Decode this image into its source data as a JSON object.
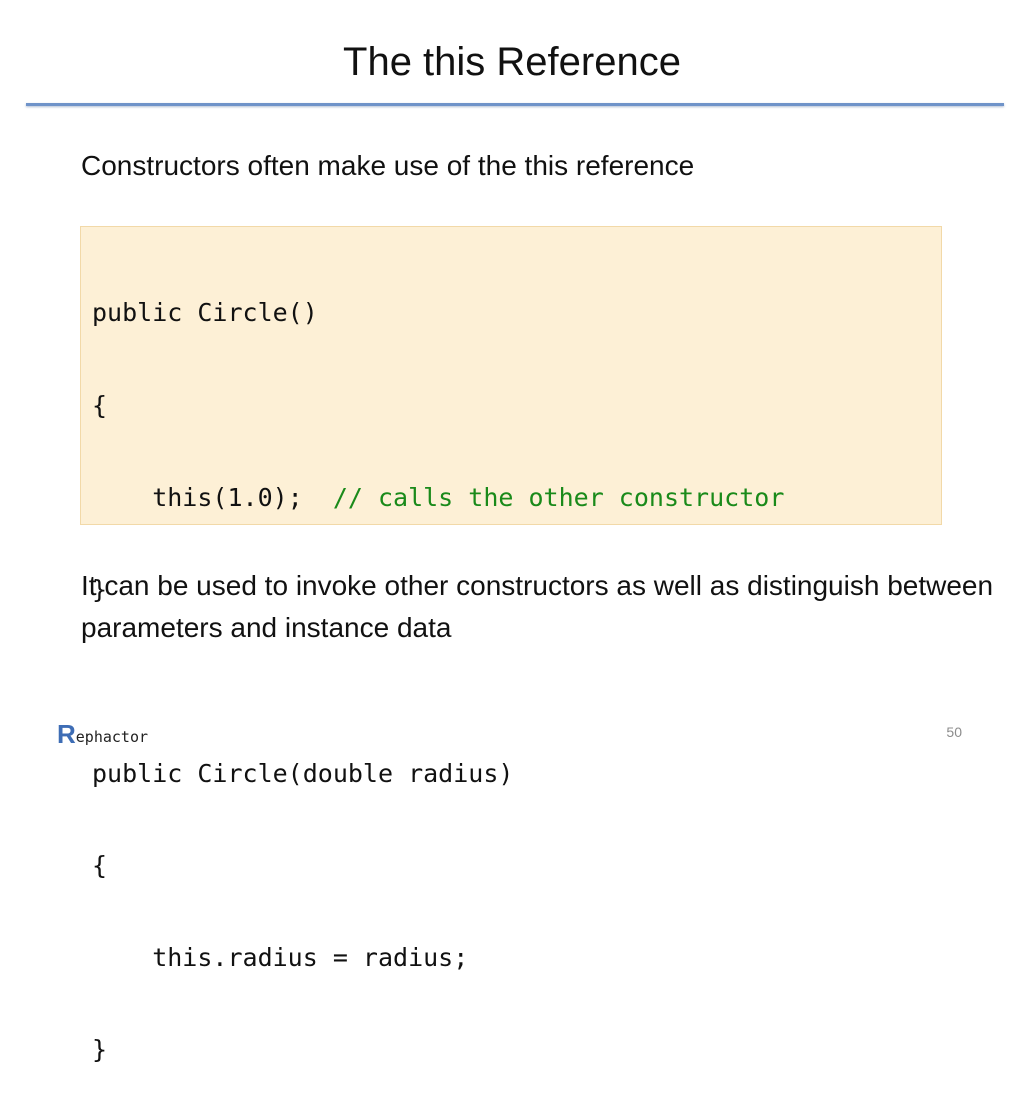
{
  "slide": {
    "title": "The this Reference",
    "intro_text": "Constructors often make use of the this reference",
    "code": {
      "lines": [
        {
          "code": "public Circle()",
          "comment": ""
        },
        {
          "code": "{",
          "comment": ""
        },
        {
          "code": "    this(1.0);  ",
          "comment": "// calls the other constructor"
        },
        {
          "code": "}",
          "comment": ""
        },
        {
          "code": "",
          "comment": ""
        },
        {
          "code": "public Circle(double radius)",
          "comment": ""
        },
        {
          "code": "{",
          "comment": ""
        },
        {
          "code": "    this.radius = radius;",
          "comment": ""
        },
        {
          "code": "}",
          "comment": ""
        }
      ]
    },
    "closing_text": "It can be used to invoke other constructors as well as distinguish between parameters and instance data"
  },
  "footer": {
    "logo_initial": "R",
    "logo_rest": "ephactor",
    "page_number": "50"
  },
  "colors": {
    "title_rule": "#6f93c9",
    "code_background": "#fdf0d6",
    "code_border": "#f2d9a8",
    "comment": "#1a8a1a",
    "logo_accent": "#3e6db5"
  }
}
